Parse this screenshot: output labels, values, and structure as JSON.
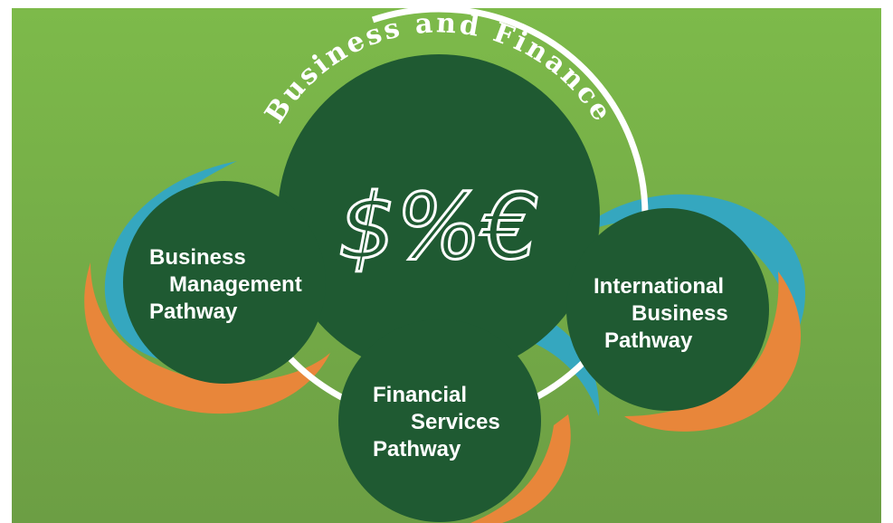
{
  "title": "Business and Finance",
  "center_symbols": "$%€",
  "pathways": [
    {
      "id": "business-management",
      "lines": [
        "Business",
        "Management",
        "Pathway"
      ]
    },
    {
      "id": "international-business",
      "lines": [
        "International",
        "Business",
        "Pathway"
      ]
    },
    {
      "id": "financial-services",
      "lines": [
        "Financial",
        "Services",
        "Pathway"
      ]
    }
  ],
  "colors": {
    "background_top": "#7dba4a",
    "background_bottom": "#6c9e44",
    "circle_fill": "#1f5a32",
    "ring": "#ffffff",
    "swirl_blue": "#35a7bf",
    "swirl_orange": "#e8863a",
    "text": "#ffffff"
  }
}
